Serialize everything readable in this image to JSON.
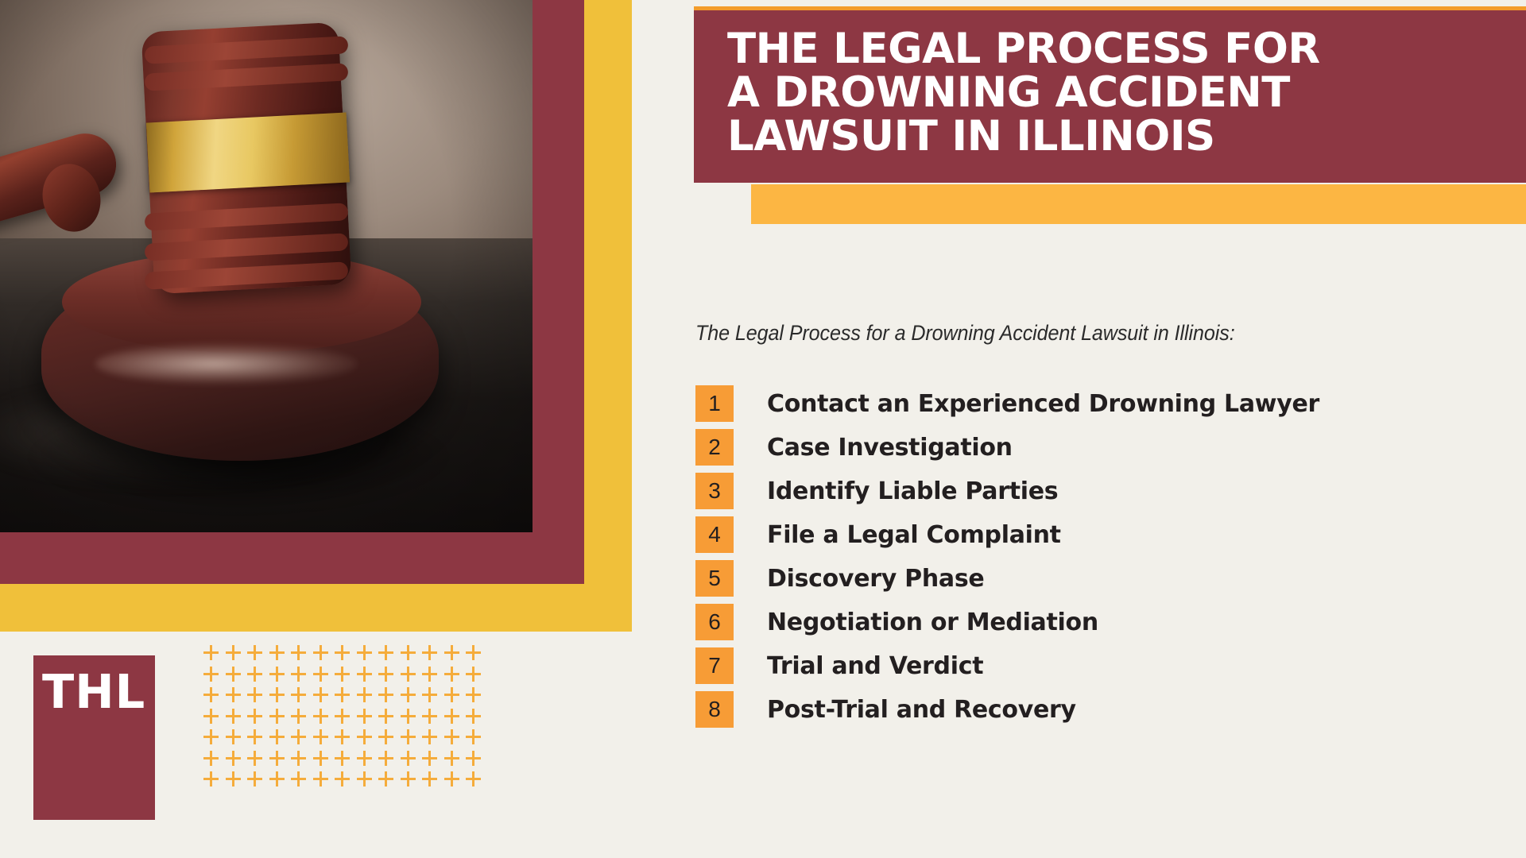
{
  "colors": {
    "background": "#f2f0ea",
    "maroon": "#8d3743",
    "yellow": "#f0c03a",
    "orange_accent": "#fcb643",
    "orange_number": "#f79c36",
    "text_dark": "#231f20",
    "white": "#ffffff"
  },
  "header": {
    "title": "THE LEGAL PROCESS FOR\nA DROWNING ACCIDENT\nLAWSUIT IN ILLINOIS"
  },
  "brand": {
    "logo_text": "THL",
    "logo_icon": "thl-monogram"
  },
  "photo": {
    "alt": "gavel-photo"
  },
  "main": {
    "subtitle": "The Legal Process for a Drowning Accident Lawsuit in Illinois:",
    "steps": [
      {
        "number": "1",
        "label": "Contact an Experienced Drowning Lawyer"
      },
      {
        "number": "2",
        "label": "Case Investigation"
      },
      {
        "number": "3",
        "label": "Identify Liable Parties"
      },
      {
        "number": "4",
        "label": "File a Legal Complaint"
      },
      {
        "number": "5",
        "label": "Discovery Phase"
      },
      {
        "number": "6",
        "label": "Negotiation or Mediation"
      },
      {
        "number": "7",
        "label": "Trial and Verdict"
      },
      {
        "number": "8",
        "label": "Post-Trial and Recovery"
      }
    ]
  },
  "decoration": {
    "plus_grid": {
      "rows": 7,
      "columns": 13,
      "glyph": "plus-icon"
    }
  }
}
